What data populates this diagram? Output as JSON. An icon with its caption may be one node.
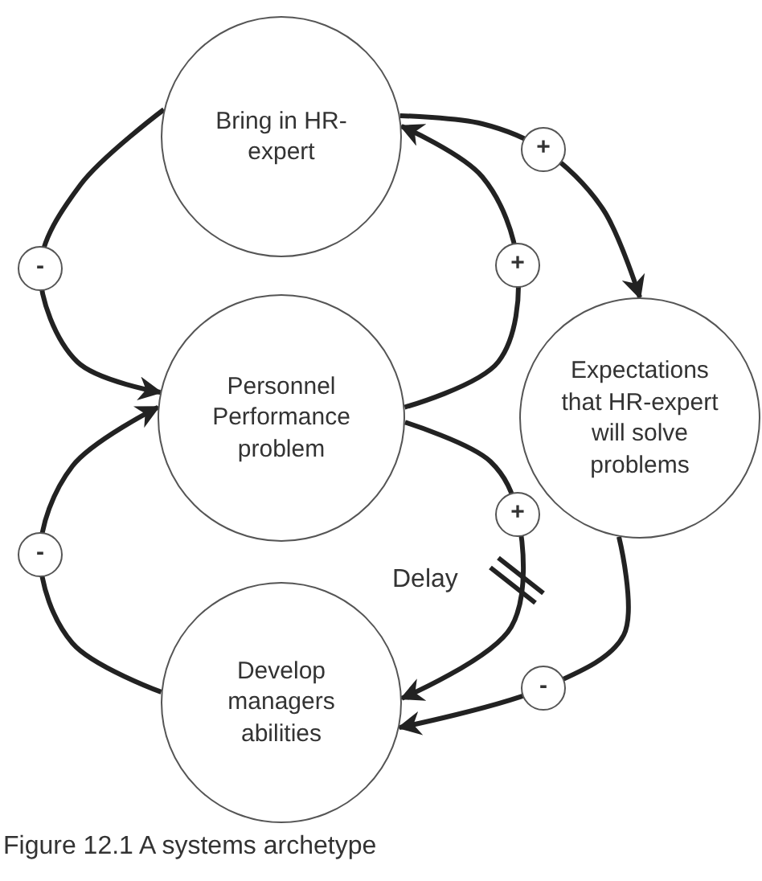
{
  "diagram": {
    "caption": "Figure 12.1 A systems archetype",
    "nodes": [
      {
        "text": [
          "Bring in HR-expert"
        ]
      },
      {
        "text": [
          "Personnel Performance problem"
        ]
      },
      {
        "text": [
          "Develop managers abilities"
        ]
      },
      {
        "text": [
          "Expectations that HR-expert will solve problems"
        ]
      }
    ],
    "edges": [
      {
        "from": 0,
        "to": 1,
        "arrow": "to",
        "label": "-"
      },
      {
        "from": 1,
        "to": 0,
        "arrow": "to",
        "label": "+"
      },
      {
        "from": 0,
        "to": 3,
        "arrow": "to",
        "label": "+"
      },
      {
        "from": 2,
        "to": 1,
        "arrow": "to",
        "label": "-"
      },
      {
        "from": 1,
        "to": 2,
        "arrow": "to",
        "label": "+"
      },
      {
        "from": 3,
        "to": 2,
        "arrow": "to",
        "label": "-"
      }
    ],
    "labels": [
      "Delay"
    ]
  }
}
